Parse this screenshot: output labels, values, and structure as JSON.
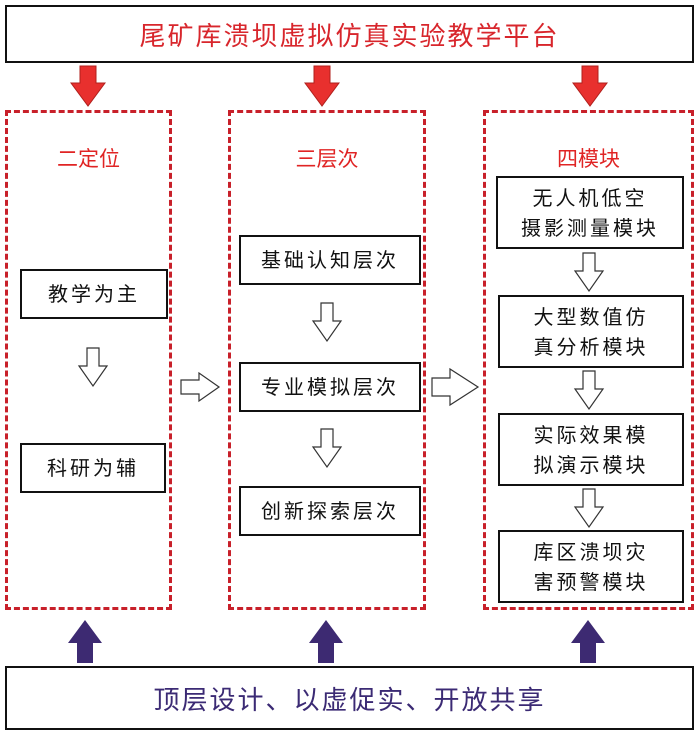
{
  "colors": {
    "title_text": "#d8262c",
    "column_title": "#e02424",
    "dashed_border": "#c8202a",
    "red_arrow": "#e8302e",
    "purple_arrow": "#3d2a72",
    "bottom_text": "#3b2a74",
    "item_text": "#111111"
  },
  "top": {
    "title": "尾矿库溃坝虚拟仿真实验教学平台"
  },
  "columns": [
    {
      "title": "二定位",
      "items": [
        {
          "label": "教学为主"
        },
        {
          "label": "科研为辅"
        }
      ]
    },
    {
      "title": "三层次",
      "items": [
        {
          "label": "基础认知层次"
        },
        {
          "label": "专业模拟层次"
        },
        {
          "label": "创新探索层次"
        }
      ]
    },
    {
      "title": "四模块",
      "items": [
        {
          "line1": "无人机低空",
          "line2": "摄影测量模块"
        },
        {
          "line1": "大型数值仿",
          "line2": "真分析模块"
        },
        {
          "line1": "实际效果模",
          "line2": "拟演示模块"
        },
        {
          "line1": "库区溃坝灾",
          "line2": "害预警模块"
        }
      ]
    }
  ],
  "bottom": {
    "title": "顶层设计、以虚促实、开放共享"
  }
}
